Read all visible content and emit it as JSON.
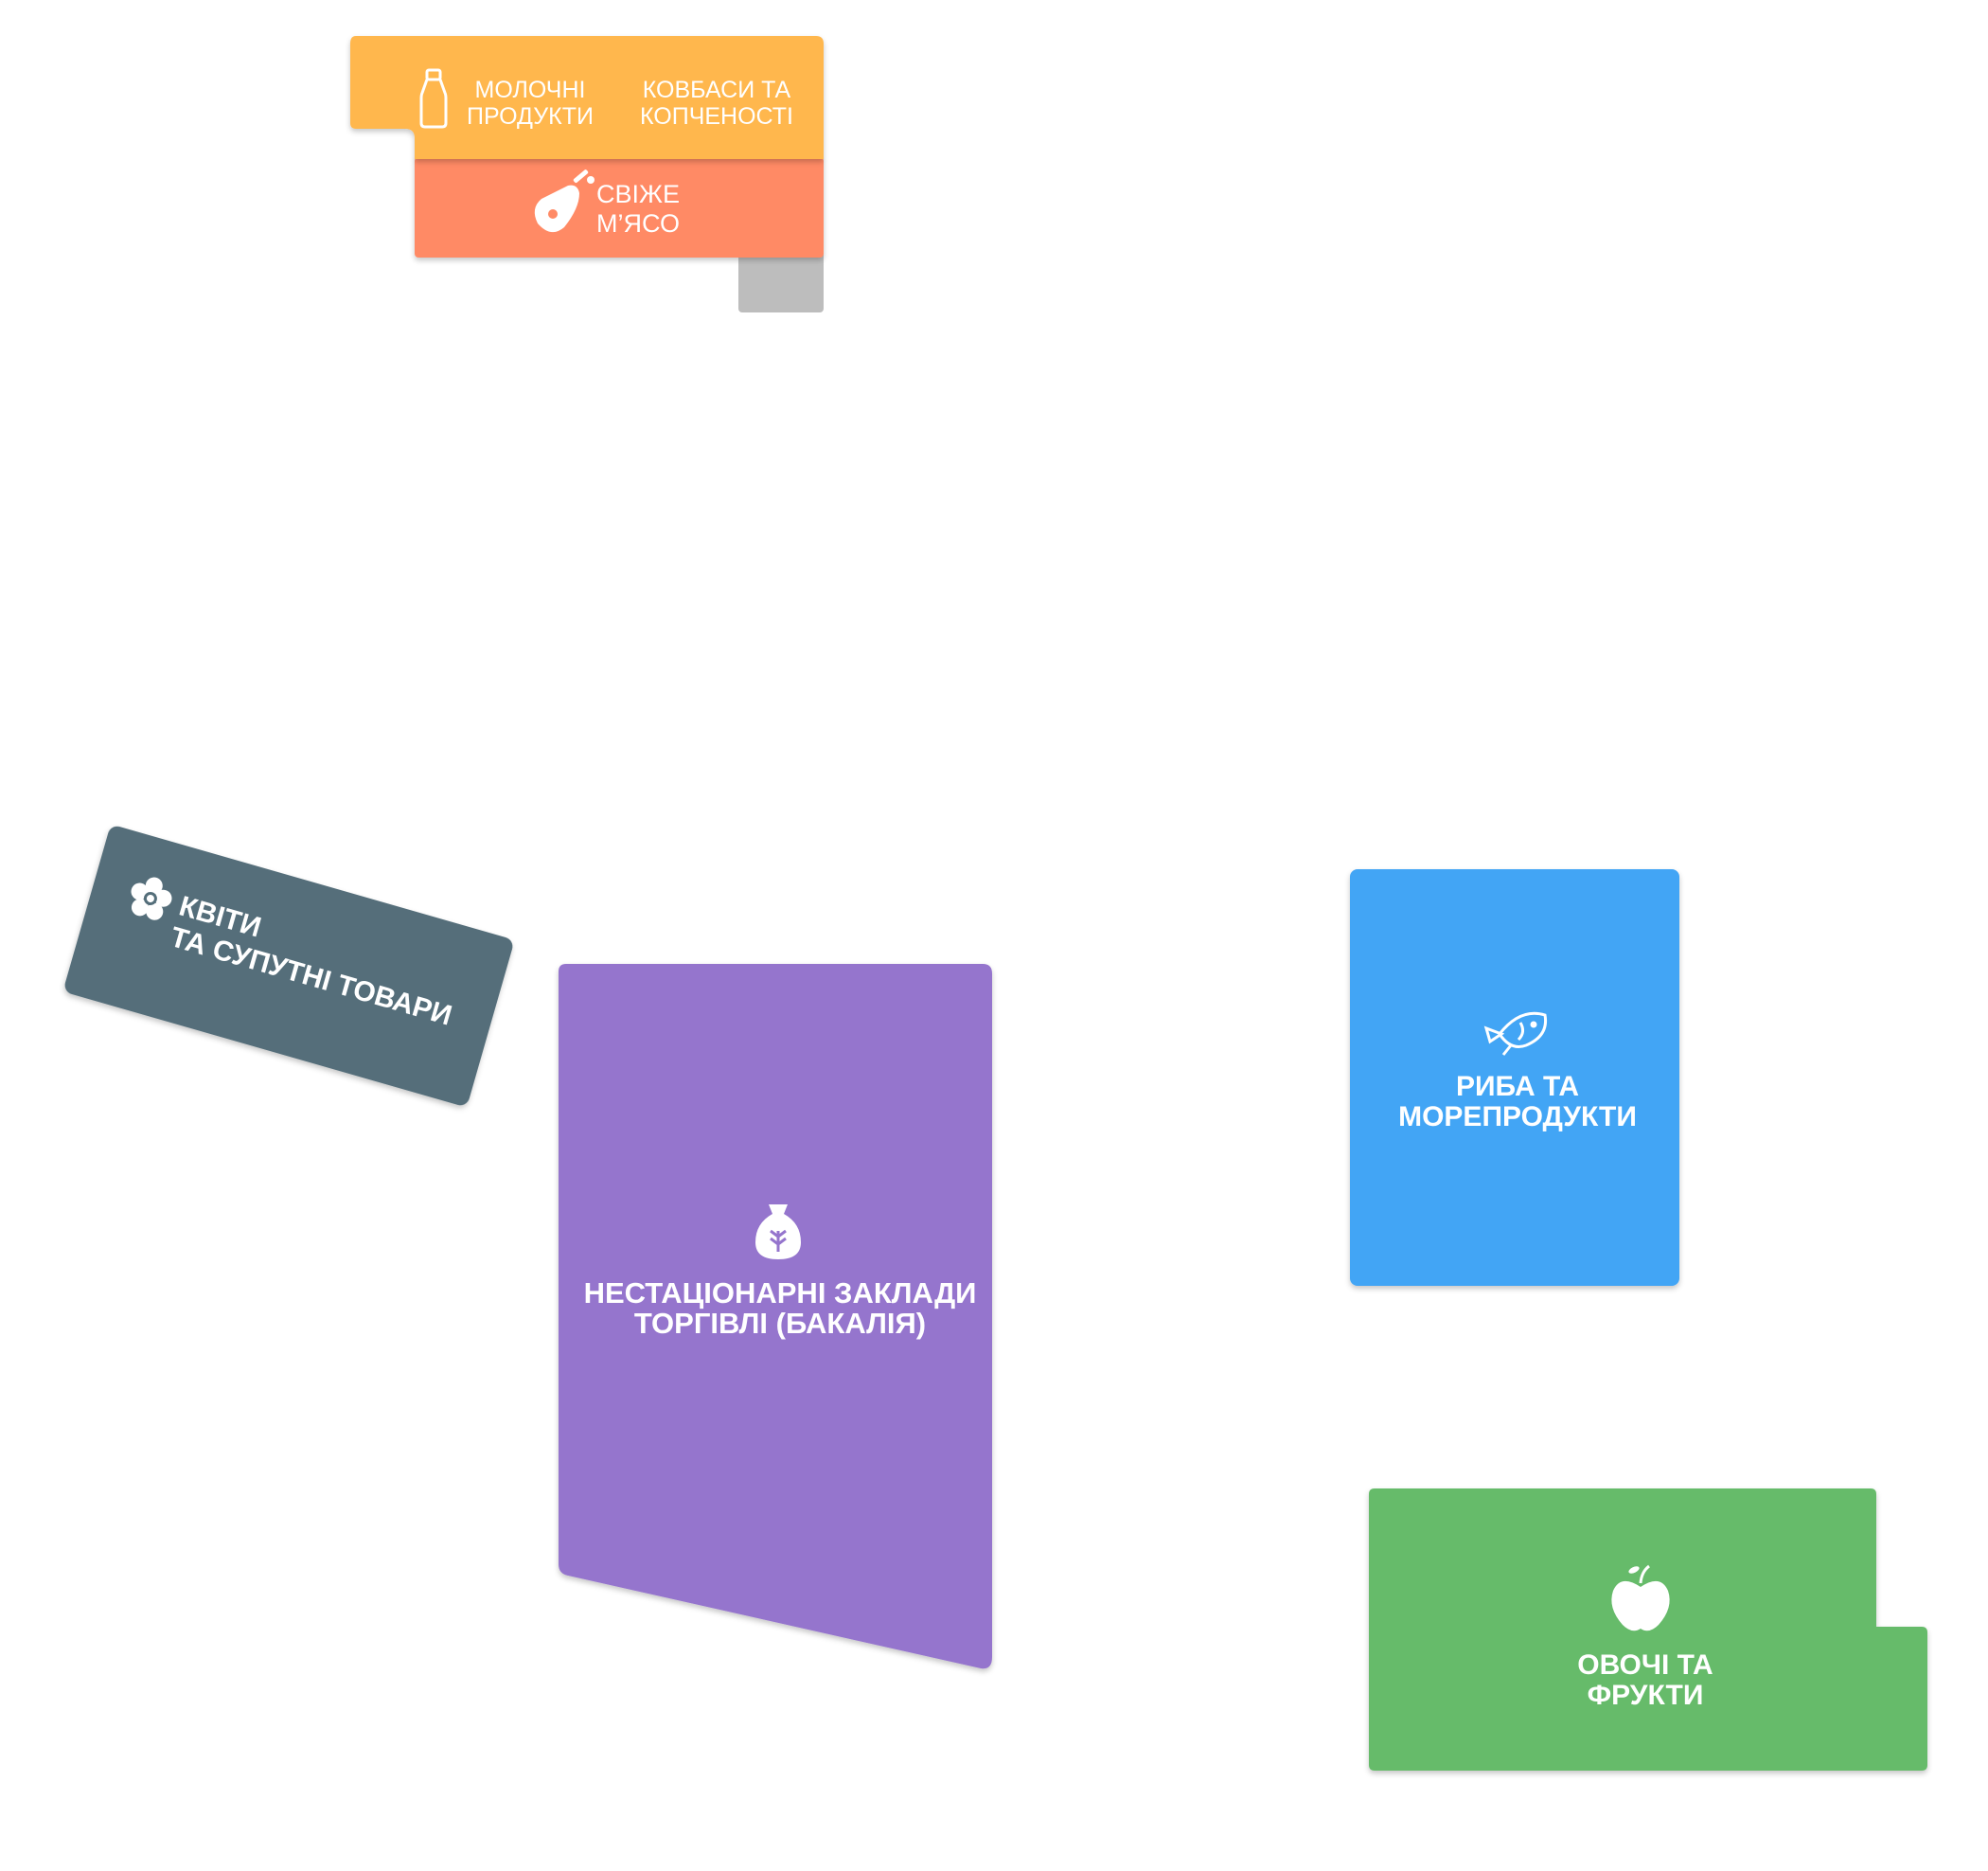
{
  "colors": {
    "dairy": "#FFB74D",
    "meat": "#FF8A65",
    "service": "#BDBDBD",
    "flowers": "#546E7A",
    "grocery": "#9575CD",
    "fish": "#42A5F5",
    "vegetables": "#66BB6A"
  },
  "zones": {
    "dairy": {
      "line1": "МОЛОЧНІ",
      "line2": "ПРОДУКТИ",
      "icon": "milk-bottle-icon"
    },
    "sausages": {
      "line1": "КОВБАСИ ТА",
      "line2": "КОПЧЕНОСТІ"
    },
    "meat": {
      "line1": "СВІЖЕ",
      "line2": "М’ЯСО",
      "icon": "ham-leg-icon"
    },
    "flowers": {
      "line1": "КВІТИ",
      "line2": "ТА СУПУТНІ ТОВАРИ",
      "icon": "flower-icon"
    },
    "grocery": {
      "line1": "НЕСТАЦІОНАРНІ ЗАКЛАДИ",
      "line2": "ТОРГІВЛІ (БАКАЛІЯ)",
      "icon": "grain-sack-icon"
    },
    "fish": {
      "line1": "РИБА ТА",
      "line2": "МОРЕПРОДУКТИ",
      "icon": "fish-icon"
    },
    "vegetables": {
      "line1": "ОВОЧІ ТА",
      "line2": "ФРУКТИ",
      "icon": "apple-icon"
    }
  }
}
